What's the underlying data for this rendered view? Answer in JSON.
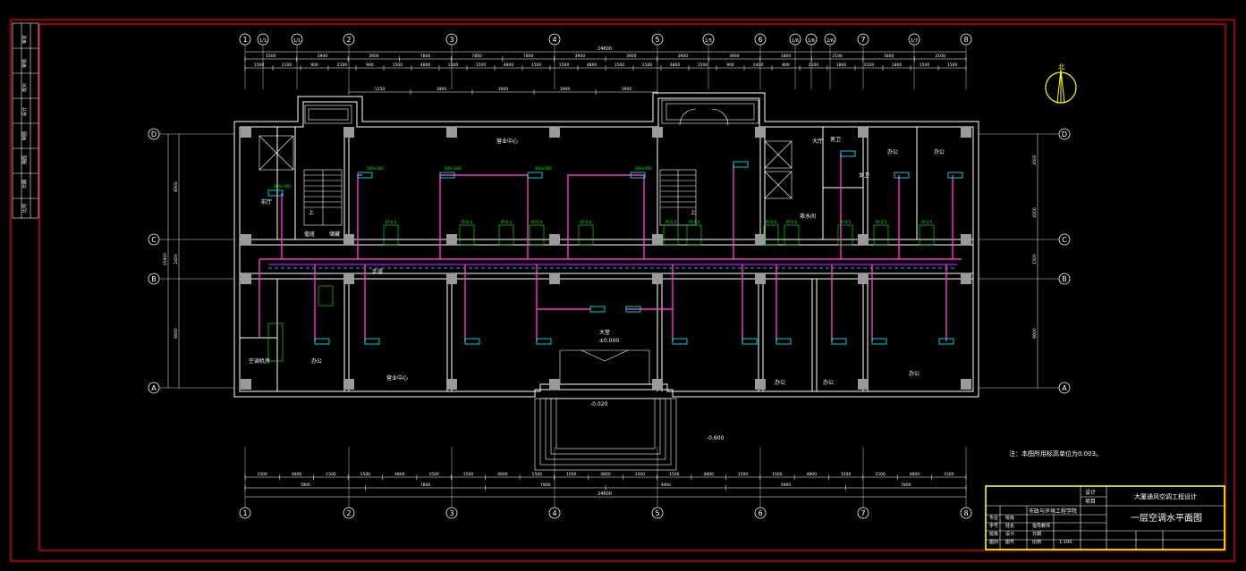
{
  "colors": {
    "frame": "#ff0000",
    "wall": "#ffffff",
    "column": "#9a9a9a",
    "duct_pink": "#ff33cc",
    "duct_purple": "#b000ff",
    "diffuser": "#00ffff",
    "label_green": "#00ff00",
    "title_yellow": "#ffff00",
    "background": "#000000"
  },
  "grid_axes": {
    "vertical": [
      "1",
      "1/1",
      "1/1",
      "2",
      "3",
      "4",
      "5",
      "1/5",
      "6",
      "1/6",
      "1/6",
      "2/6",
      "7",
      "1/7",
      "8"
    ],
    "horizontal": [
      "D",
      "C",
      "B",
      "A"
    ]
  },
  "dimensions": {
    "total_top": "24600",
    "row1": [
      "1500",
      "3900",
      "3900",
      "7800",
      "7800",
      "7800",
      "3900",
      "3900",
      "3900",
      "3900",
      "1800",
      "2100",
      "1800",
      "2100"
    ],
    "row2": [
      "1500",
      "2100",
      "900",
      "2100",
      "900",
      "1500",
      "4800",
      "1500",
      "1500",
      "4800",
      "1500",
      "1500",
      "4800",
      "1500",
      "1500",
      "4800",
      "1500",
      "900",
      "2400",
      "800",
      "2100",
      "1800",
      "2100",
      "1800",
      "1500",
      "1500"
    ],
    "inner": [
      "1250",
      "3900",
      "3900",
      "3900",
      "3900"
    ],
    "bottom_row1": [
      "1500",
      "4800",
      "1500",
      "1500",
      "4800",
      "1500",
      "1500",
      "4800",
      "1500",
      "1500",
      "4800",
      "1500",
      "1500",
      "4800",
      "1500",
      "1500",
      "4800",
      "1500",
      "1500",
      "4800",
      "1500"
    ],
    "bottom_row2": [
      "7800",
      "7800",
      "7800",
      "3900",
      "3900",
      "7800"
    ],
    "total_bottom": "24600",
    "left_vertical": [
      "6900",
      "2400",
      "6600"
    ],
    "left_total": "15900",
    "right_vertical": [
      "4500",
      "4500",
      "1500",
      "6600"
    ]
  },
  "rooms": {
    "office_top": "营业中心",
    "office_bottom": "营业中心",
    "lobby": "大堂",
    "lobby_level": "±0.000",
    "entrance_level": "-0.020",
    "outdoor_level": "-0.600",
    "hall": "大厅",
    "stair_up_1": "上",
    "stair_up_2": "上",
    "left_room": "前厅",
    "corridor": "走道",
    "duty": "值班",
    "storage": "储藏",
    "ac_room": "空调机房",
    "office_a": "办公",
    "office_b": "办公",
    "office_c": "办公",
    "office_d": "办公",
    "office_e": "办公",
    "office_f": "办公",
    "wc_m": "男卫",
    "wc_f": "女卫",
    "tea": "茶水间"
  },
  "diffuser_labels": [
    "300×300",
    "300×300",
    "300×300",
    "300×300",
    "300×300"
  ],
  "equipment_labels": [
    "FP-6.3",
    "FP-6.3",
    "FP-6.3",
    "FP-5.0",
    "FP-5.0",
    "FP-5.0",
    "FP-5.0",
    "FP-5.0",
    "FP-5.0",
    "FP-3.5",
    "FP-3.5",
    "FP-3.5"
  ],
  "note": "注：本图所用标高单位为0.003。",
  "north_label": "北",
  "title_block": {
    "design_label": "设计",
    "project_label": "项目",
    "project_name": "大厦通风空调工程设计",
    "drawing_title": "一层空调水平面图",
    "school": "市政与环境工程学院",
    "rows": [
      [
        "专业",
        "班级"
      ],
      [
        "学号",
        "姓名",
        "指导教师"
      ],
      [
        "班级",
        "设计",
        "日期"
      ],
      [
        "图别",
        "图号",
        "比例",
        "1:100"
      ]
    ]
  },
  "sidebar_labels": [
    "审定",
    "审核",
    "校对",
    "设计",
    "制图",
    "描图",
    "日期",
    "比例"
  ]
}
